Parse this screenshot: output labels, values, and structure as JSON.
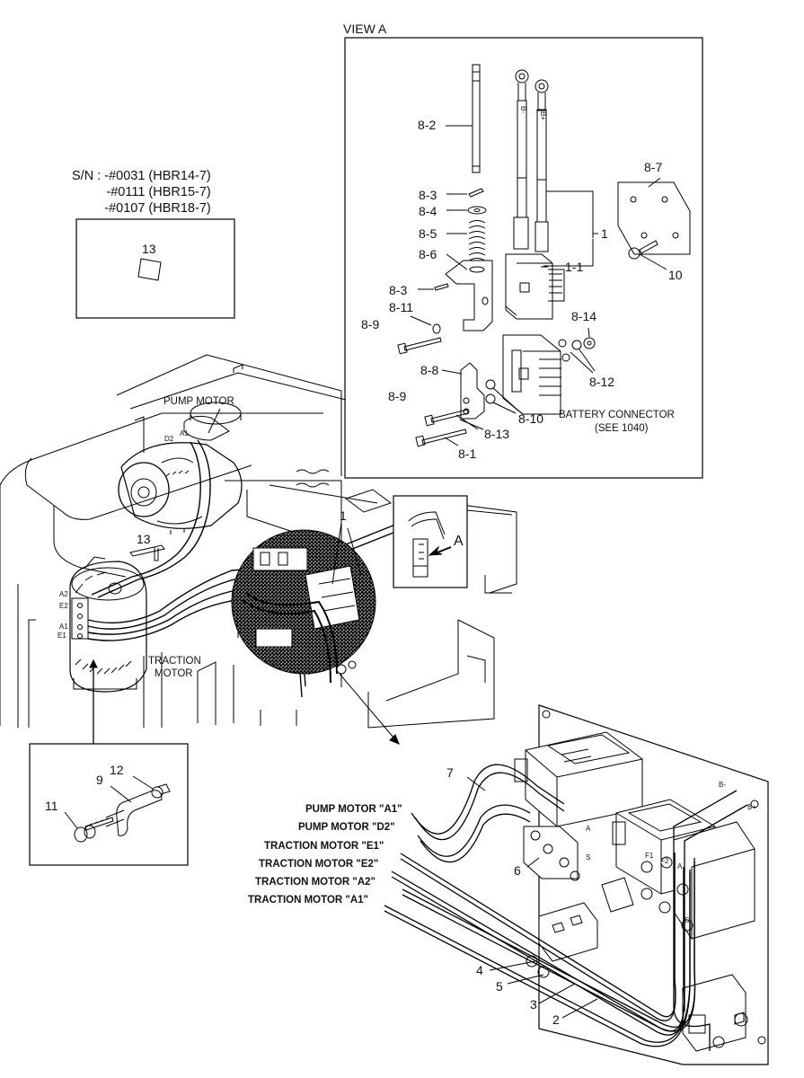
{
  "view_a": {
    "title": "VIEW A",
    "battery_connector": "BATTERY CONNECTOR",
    "battery_connector_ref": "(SEE 1040)",
    "parts": {
      "p8_2": "8-2",
      "p8_3a": "8-3",
      "p8_4": "8-4",
      "p8_5": "8-5",
      "p8_6": "8-6",
      "p8_3b": "8-3",
      "p8_11": "8-11",
      "p8_9a": "8-9",
      "p8_7": "8-7",
      "p1": "1",
      "p1_1": "1-1",
      "p10": "10",
      "p8_14": "8-14",
      "p8_12": "8-12",
      "p8_8": "8-8",
      "p8_9b": "8-9",
      "p8_10": "8-10",
      "p8_13": "8-13",
      "p8_1": "8-1"
    },
    "cable_marks": {
      "neg": "B-",
      "pos": "B+"
    }
  },
  "serial": {
    "line1": "S/N : -#0031 (HBR14-7)",
    "line2": "-#0111 (HBR15-7)",
    "line3": "-#0107 (HBR18-7)",
    "inset_part": "13"
  },
  "main": {
    "pump_motor": "PUMP MOTOR",
    "traction_motor_1": "TRACTION",
    "traction_motor_2": "MOTOR",
    "p1": "1",
    "p13": "13",
    "view_marker": "A",
    "terminals": {
      "d2": "D2",
      "a1": "A1",
      "a2": "A2",
      "e2": "E2",
      "ta1": "A1",
      "e1": "E1"
    }
  },
  "clamp_detail": {
    "p9": "9",
    "p11": "11",
    "p12": "12"
  },
  "controller": {
    "wires": [
      "PUMP MOTOR \"A1\"",
      "PUMP MOTOR \"D2\"",
      "TRACTION MOTOR \"E1\"",
      "TRACTION MOTOR \"E2\"",
      "TRACTION MOTOR \"A2\"",
      "TRACTION MOTOR \"A1\""
    ],
    "parts": {
      "p7": "7",
      "p6": "6",
      "p4": "4",
      "p5": "5",
      "p3": "3",
      "p2": "2"
    },
    "bus": {
      "bneg": "B-",
      "bpos": "B+"
    },
    "terminals": {
      "f1": "F1",
      "f2": "F2",
      "a": "A",
      "s1": "S",
      "s2": "S",
      "a2": "A"
    }
  }
}
